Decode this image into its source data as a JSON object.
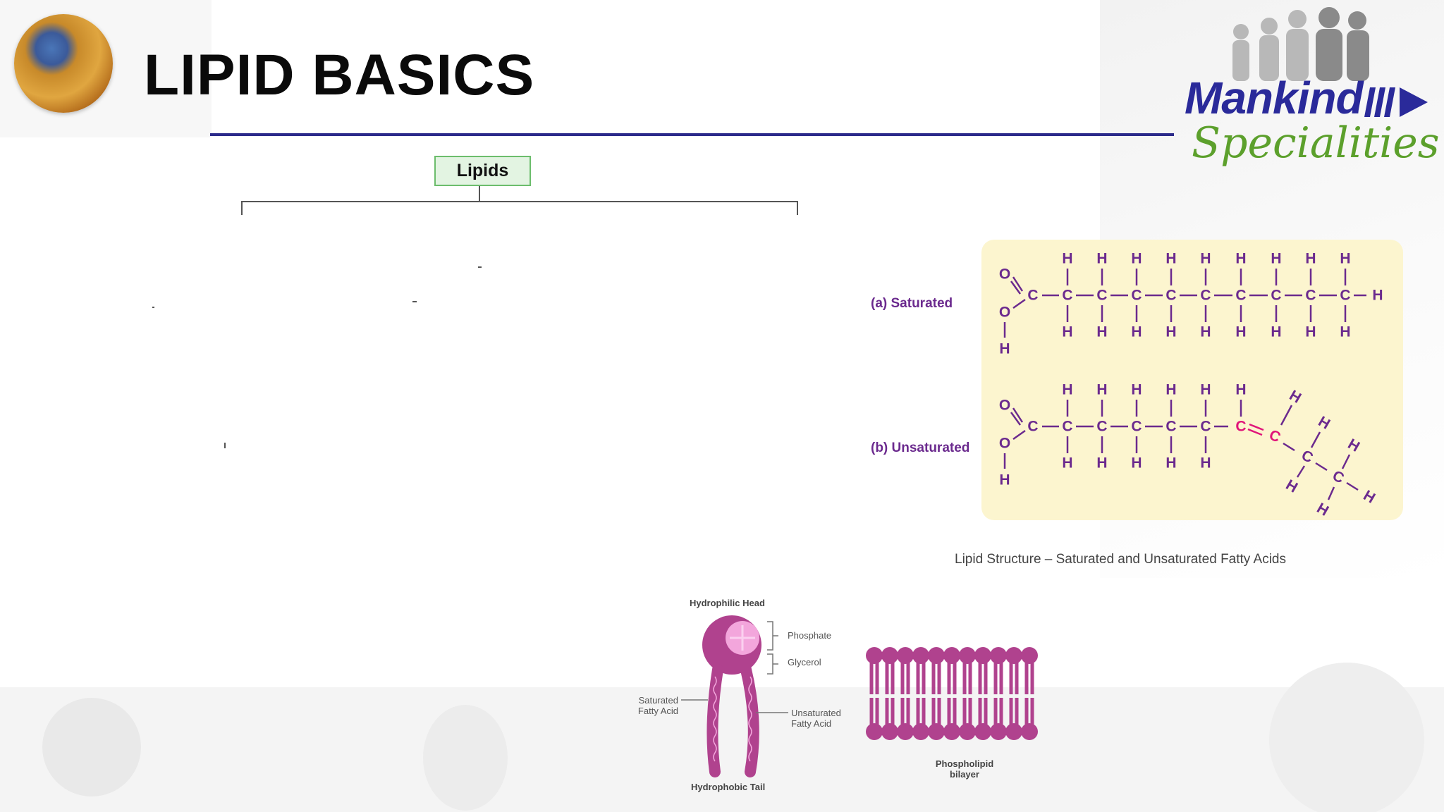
{
  "slide": {
    "title": "LIPID BASICS",
    "brand_line1": "Mankind",
    "brand_line2": "Specialities"
  },
  "chart": {
    "root_label": "Lipids"
  },
  "fatty_acids": {
    "saturated_label": "(a) Saturated",
    "unsaturated_label": "(b) Unsaturated",
    "caption": "Lipid Structure – Saturated and Unsaturated Fatty Acids",
    "atoms": {
      "H": "H",
      "C": "C",
      "O": "O"
    },
    "colors": {
      "atom": "#6b2a8e",
      "double_bond": "#e0157a",
      "panel": "#fcf5cf"
    }
  },
  "membrane": {
    "head_label": "Hydrophilic Head",
    "phosphate_label": "Phosphate",
    "glycerol_label": "Glycerol",
    "saturated_label_line1": "Saturated",
    "saturated_label_line2": "Fatty Acid",
    "unsaturated_label_line1": "Unsaturated",
    "unsaturated_label_line2": "Fatty Acid",
    "tail_label": "Hydrophobic Tail",
    "bilayer_label_line1": "Phospholipid",
    "bilayer_label_line2": "bilayer",
    "color": "#b0428e"
  }
}
